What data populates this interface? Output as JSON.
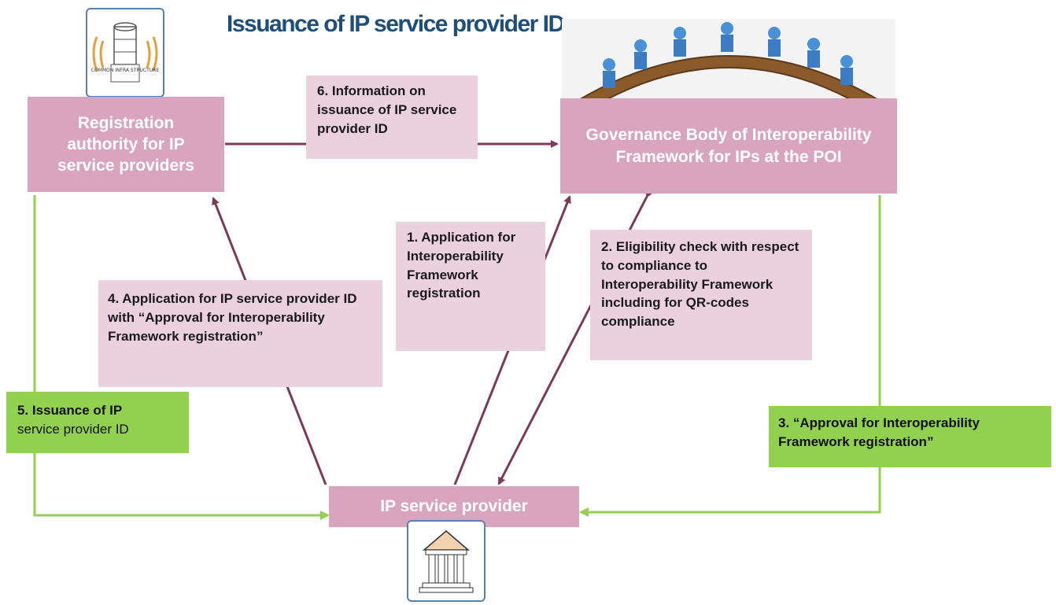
{
  "title": "Issuance of IP service provider ID",
  "entities": {
    "registration_authority": "Registration authority for IP service providers",
    "governance_body": "Governance Body of Interoperability Framework for IPs at the POI",
    "ip_service_provider": "IP service provider"
  },
  "steps": {
    "step1": "1. Application for Interoperability Framework registration",
    "step2": "2. Eligibility check with respect to compliance to Interoperability Framework including for QR-codes compliance",
    "step3": "3. “Approval for Interoperability Framework registration”",
    "step4": "4. Application for IP service provider ID with “Approval for Interoperability Framework registration”",
    "step5_bold": "5. Issuance of  IP",
    "step5_rest": "service provider ID",
    "step6": "6. Information on issuance of IP service provider ID"
  },
  "icons": {
    "registration": "common-infra-structure-icon",
    "governance": "meeting-table-icon",
    "provider": "bank-building-icon"
  },
  "icon_labels": {
    "registration": "COMMON INFRA STRUCTURE"
  },
  "colors": {
    "entity": "#d8a4be",
    "note": "#ead1dd",
    "green": "#92d050",
    "arrow": "#7b3a5a",
    "title": "#1f4e79"
  }
}
